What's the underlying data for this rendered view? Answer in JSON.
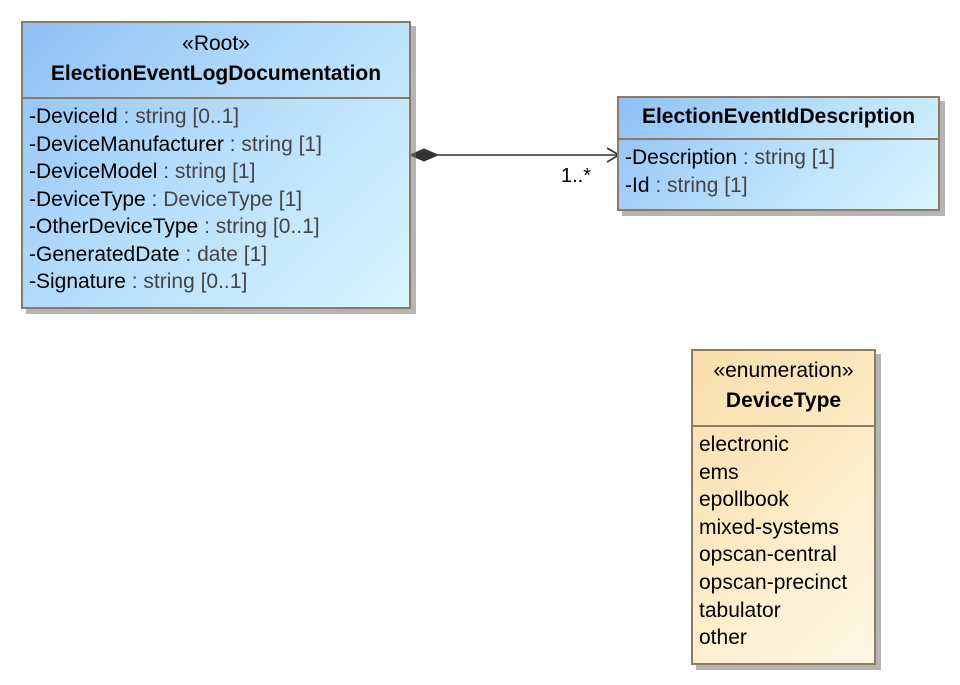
{
  "classes": {
    "log_documentation": {
      "stereotype": "«Root»",
      "name": "ElectionEventLogDocumentation",
      "attributes": [
        {
          "name": "-DeviceId",
          "type": " : string [0..1]"
        },
        {
          "name": "-DeviceManufacturer",
          "type": " : string [1]"
        },
        {
          "name": "-DeviceModel",
          "type": " : string [1]"
        },
        {
          "name": "-DeviceType",
          "type": " : DeviceType [1]"
        },
        {
          "name": "-OtherDeviceType",
          "type": " : string [0..1]"
        },
        {
          "name": "-GeneratedDate",
          "type": " : date [1]"
        },
        {
          "name": "-Signature",
          "type": " : string [0..1]"
        }
      ]
    },
    "id_description": {
      "name": "ElectionEventIdDescription",
      "attributes": [
        {
          "name": "-Description",
          "type": " : string [1]"
        },
        {
          "name": "-Id",
          "type": " : string [1]"
        }
      ]
    },
    "device_type": {
      "stereotype": "«enumeration»",
      "name": "DeviceType",
      "literals": [
        "electronic",
        "ems",
        "epollbook",
        "mixed-systems",
        "opscan-central",
        "opscan-precinct",
        "tabulator",
        "other"
      ]
    }
  },
  "association": {
    "kind": "composition",
    "target_multiplicity": "1..*"
  },
  "colors": {
    "class_border": "#8c7a64",
    "class_fill_start": "#8fc0f5",
    "class_fill_end": "#d8f6ff",
    "enum_fill_start": "#f8deaa",
    "enum_fill_end": "#fff8e6",
    "connector": "#333333"
  }
}
